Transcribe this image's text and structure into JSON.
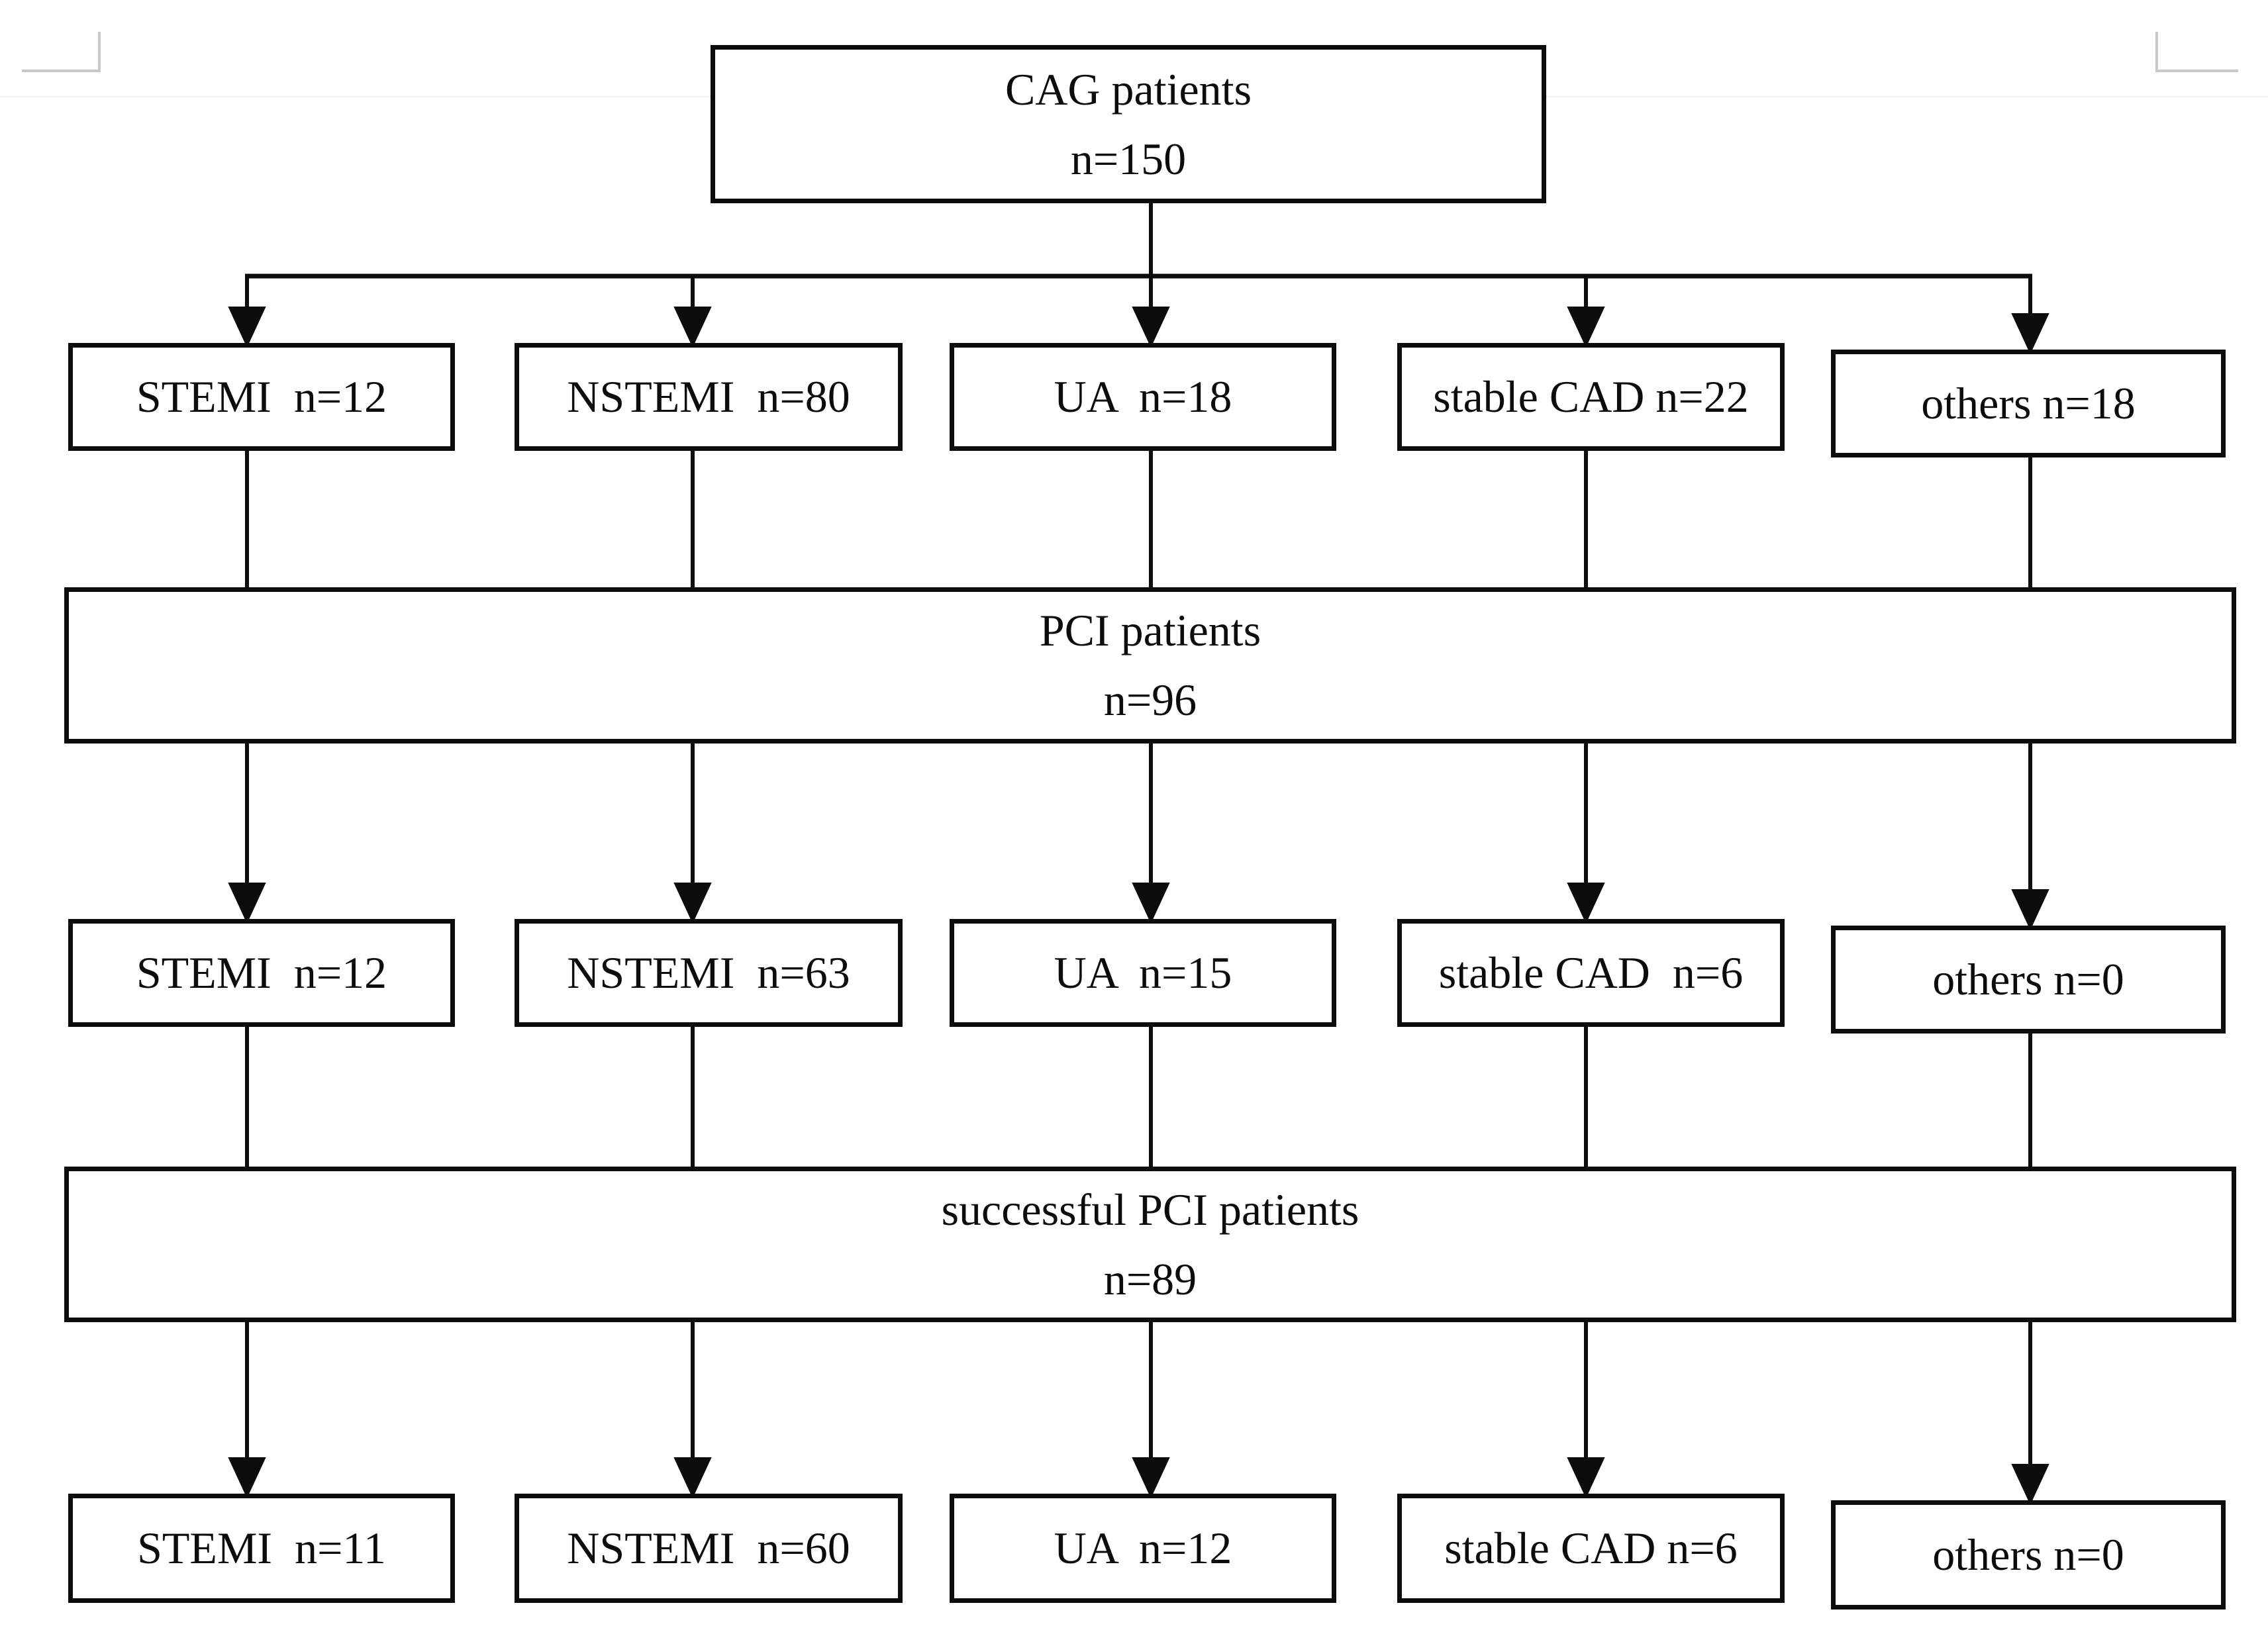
{
  "figure": {
    "type": "patient-flow-diagram",
    "cag_box": {
      "line1": "CAG patients",
      "line2": "n=150"
    },
    "cag_breakdown": [
      "STEMI  n=12",
      "NSTEMI  n=80",
      "UA  n=18",
      "stable CAD n=22",
      "others n=18"
    ],
    "pci_box": {
      "line1": "PCI patients",
      "line2": "n=96"
    },
    "pci_breakdown": [
      "STEMI  n=12",
      "NSTEMI  n=63",
      "UA  n=15",
      "stable CAD  n=6",
      "others n=0"
    ],
    "successful_pci_box": {
      "line1": "successful PCI patients",
      "line2": "n=89"
    },
    "successful_pci_breakdown": [
      "STEMI  n=11",
      "NSTEMI  n=60",
      "UA  n=12",
      "stable CAD n=6",
      "others n=0"
    ],
    "colors": {
      "line": "#0c0c0c",
      "box_border": "#0c0c0c",
      "text": "#0c0c0c",
      "background": "#ffffff",
      "crop_mark": "#c9c9c9"
    }
  }
}
